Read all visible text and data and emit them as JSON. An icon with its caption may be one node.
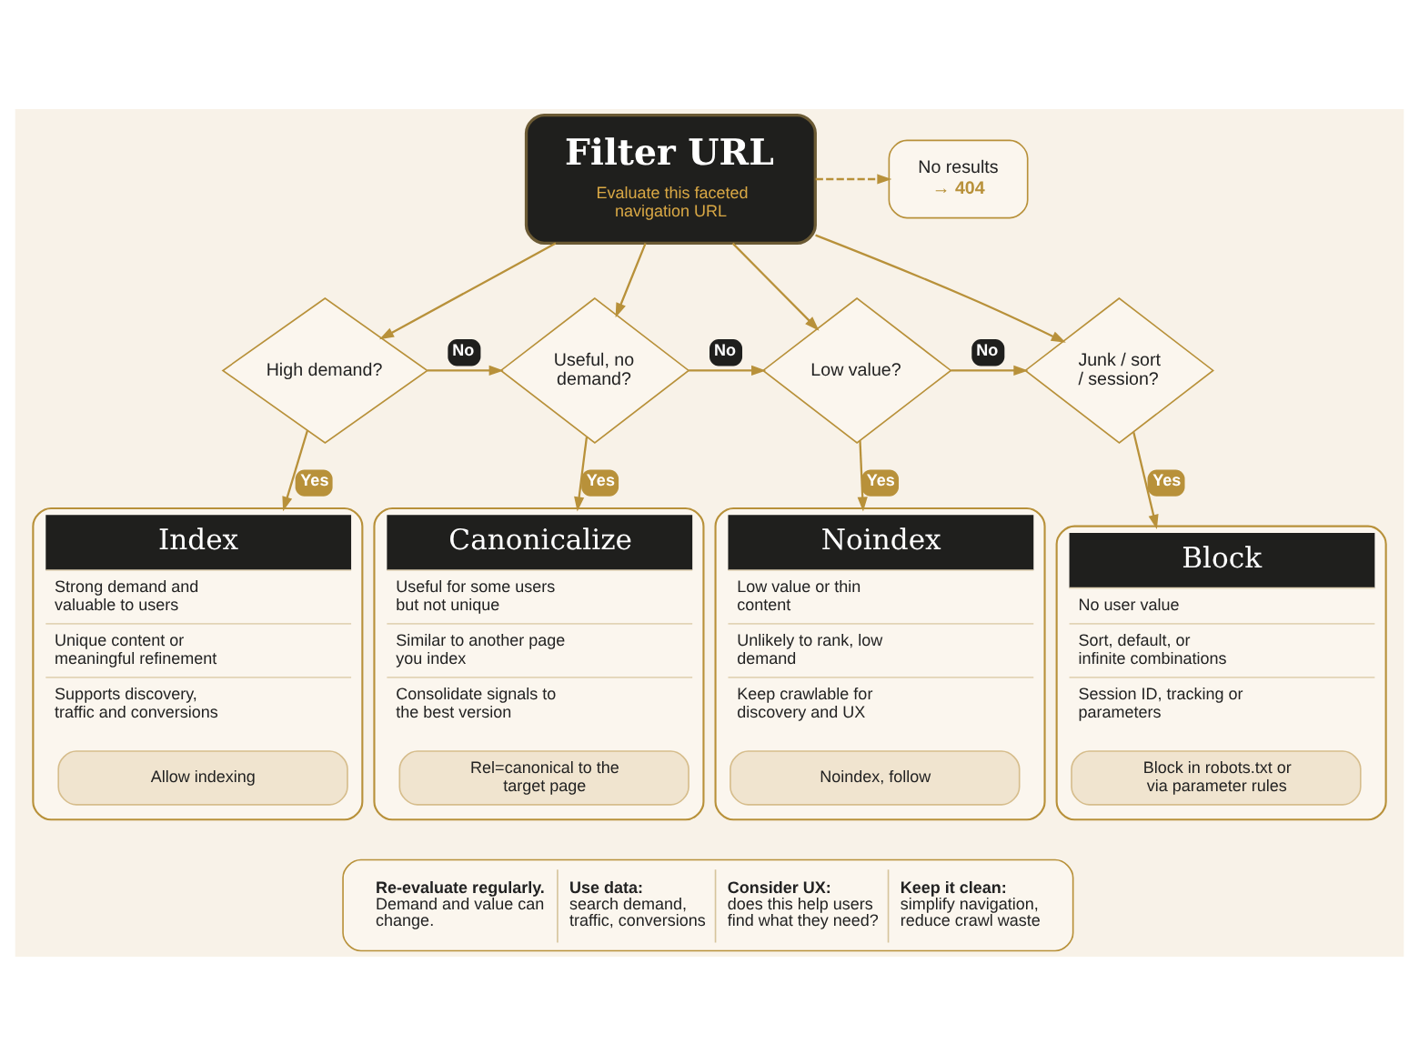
{
  "diagram": {
    "nodes": [
      {
        "text": [
          "Filter URL",
          "Evaluate this faceted navigation URL"
        ]
      },
      {
        "text": [
          "No results",
          "→ 404"
        ]
      },
      {
        "text": [
          "High demand?"
        ]
      },
      {
        "text": [
          "Useful, no demand?"
        ]
      },
      {
        "text": [
          "Low value?"
        ]
      },
      {
        "text": [
          "Junk / sort / session?"
        ]
      },
      {
        "text": [
          "Index",
          "Strong demand and valuable to users",
          "Unique content or meaningful refinement",
          "Supports discovery, traffic and conversions"
        ]
      },
      {
        "text": [
          "Allow indexing"
        ],
        "in": 6
      },
      {
        "text": [
          "Canonicalize",
          "Useful for some users but not unique",
          "Similar to another page you index",
          "Consolidate signals to the best version"
        ]
      },
      {
        "text": [
          "Rel=canonical to the target page"
        ],
        "in": 8
      },
      {
        "text": [
          "Noindex",
          "Low value or thin content",
          "Unlikely to rank, low demand",
          "Keep crawlable for discovery and UX"
        ]
      },
      {
        "text": [
          "Noindex, follow"
        ],
        "in": 10
      },
      {
        "text": [
          "Block",
          "No user value",
          "Sort, default, or infinite combinations",
          "Session ID, tracking or parameters"
        ]
      },
      {
        "text": [
          "Block in robots.txt or via parameter rules"
        ],
        "in": 12
      },
      {
        "text": [
          "Re-evaluate regularly.",
          "Demand and value can change.",
          "Use data:",
          "search demand, traffic, conversions",
          "Consider UX:",
          "does this help users find what they need?",
          "Keep it clean:",
          "simplify navigation, reduce crawl waste"
        ]
      }
    ],
    "edges": [
      {
        "from": 0,
        "to": 1,
        "arrow": "to",
        "style": "dashed"
      },
      {
        "from": 0,
        "to": 2,
        "arrow": "to"
      },
      {
        "from": 0,
        "to": 3,
        "arrow": "to"
      },
      {
        "from": 0,
        "to": 4,
        "arrow": "to"
      },
      {
        "from": 0,
        "to": 5,
        "arrow": "to"
      },
      {
        "from": 2,
        "to": 3,
        "arrow": "to",
        "label": "No"
      },
      {
        "from": 3,
        "to": 4,
        "arrow": "to",
        "label": "No"
      },
      {
        "from": 4,
        "to": 5,
        "arrow": "to",
        "label": "No"
      },
      {
        "from": 2,
        "to": 6,
        "arrow": "to",
        "label": "Yes"
      },
      {
        "from": 3,
        "to": 8,
        "arrow": "to",
        "label": "Yes"
      },
      {
        "from": 4,
        "to": 10,
        "arrow": "to",
        "label": "Yes"
      },
      {
        "from": 5,
        "to": 12,
        "arrow": "to",
        "label": "Yes"
      }
    ]
  }
}
